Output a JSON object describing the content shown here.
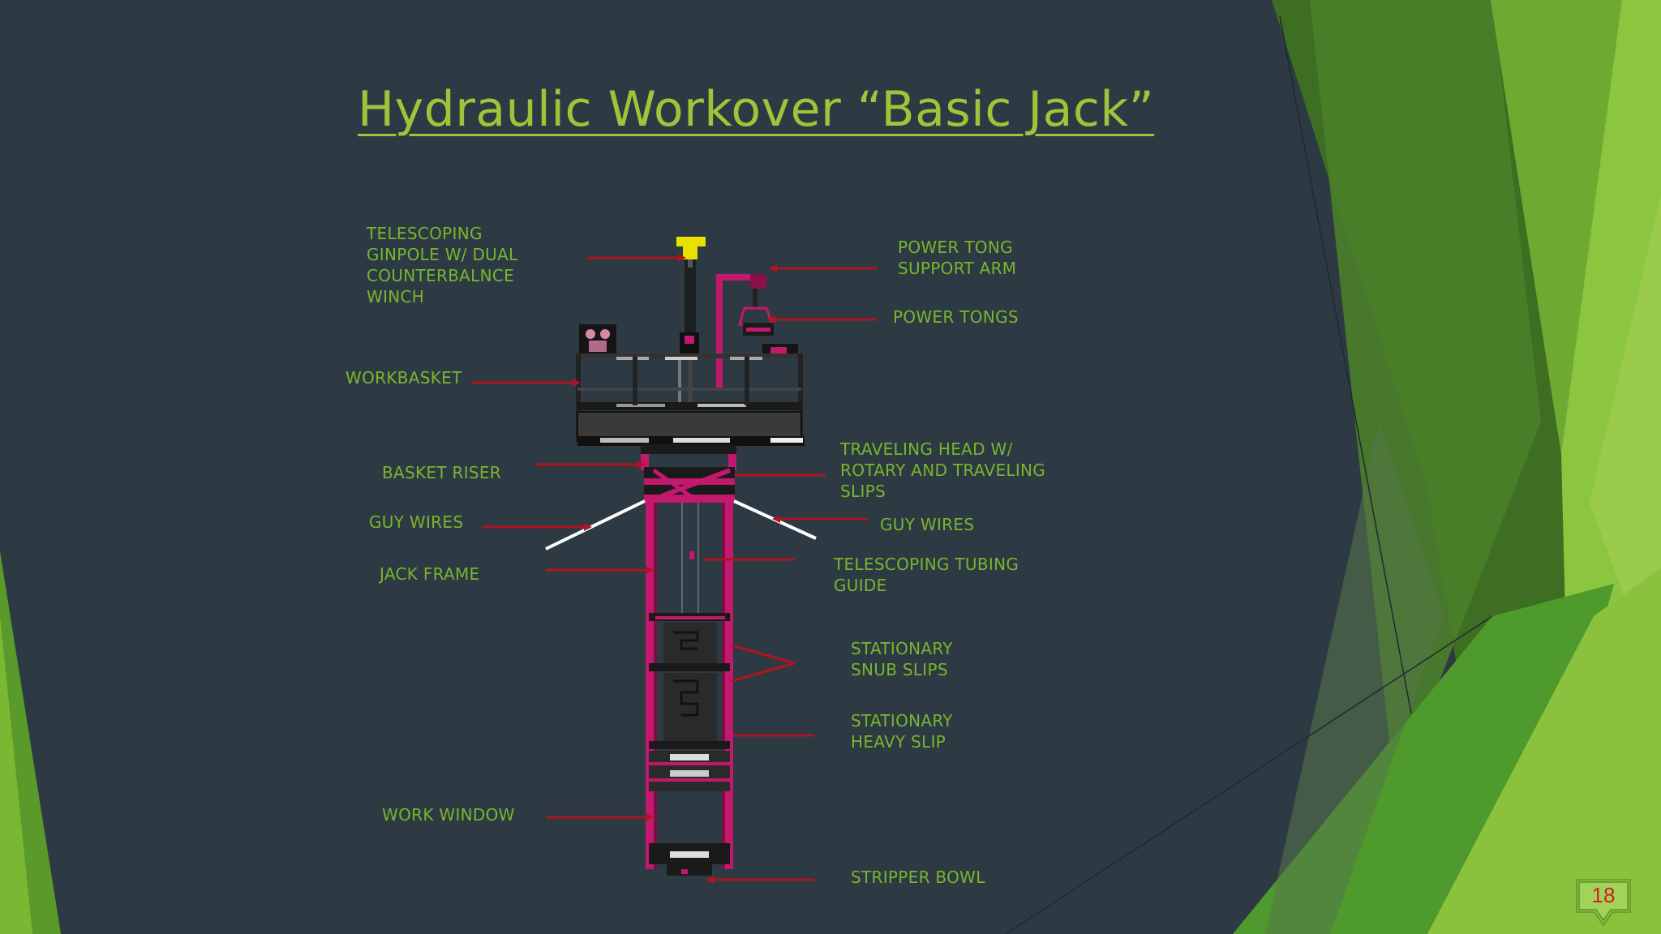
{
  "slide": {
    "title": "Hydraulic Workover “Basic Jack”",
    "page_number": "18"
  },
  "labels": {
    "ginpole": "TELESCOPING\nGINPOLE W/ DUAL\nCOUNTERBALNCE\nWINCH",
    "power_tong_arm": "POWER TONG\nSUPPORT ARM",
    "power_tongs": "POWER TONGS",
    "workbasket": "WORKBASKET",
    "basket_riser": "BASKET RISER",
    "traveling_head": "TRAVELING HEAD W/\nROTARY AND TRAVELING\nSLIPS",
    "guy_wires_left": "GUY WIRES",
    "guy_wires_right": "GUY WIRES",
    "jack_frame": "JACK FRAME",
    "tubing_guide": "TELESCOPING TUBING\nGUIDE",
    "snub_slips": "STATIONARY\nSNUB SLIPS",
    "heavy_slip": "STATIONARY\nHEAVY SLIP",
    "work_window": "WORK WINDOW",
    "stripper_bowl": "STRIPPER BOWL"
  },
  "colors": {
    "background": "#2d3a43",
    "title": "#9bc63a",
    "label": "#79b52e",
    "leader": "#b0141f",
    "frame": "#c2186d",
    "page_number": "#d21f1f"
  }
}
